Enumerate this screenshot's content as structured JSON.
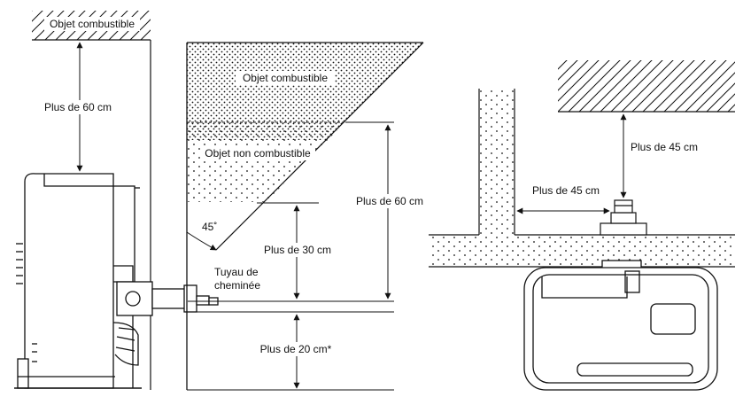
{
  "labels": {
    "combustible_top_left": "Objet combustible",
    "left_clearance": "Plus de 60 cm",
    "combustible_wall": "Objet combustible",
    "non_combustible_wall": "Objet non combustible",
    "angle": "45˚",
    "clearance_30": "Plus de 30 cm",
    "clearance_60_right": "Plus de 60 cm",
    "chimney_line1": "Tuyau de",
    "chimney_line2": "cheminée",
    "clearance_20": "Plus de 20 cm*",
    "side_clearance_45": "Plus de 45 cm",
    "top_clearance_45": "Plus de 45 cm"
  },
  "colors": {
    "ink": "#111111",
    "paper": "#ffffff"
  }
}
